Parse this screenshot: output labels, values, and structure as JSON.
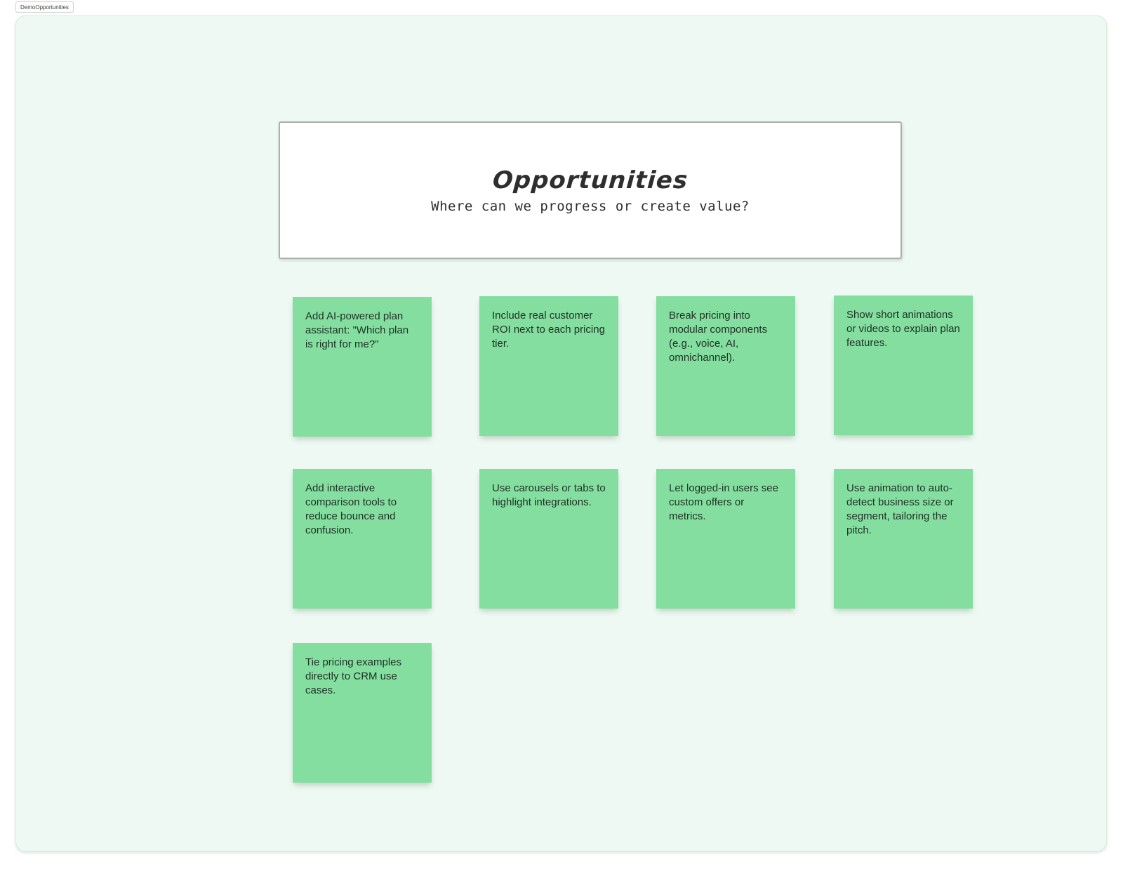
{
  "window": {
    "tab_label": "DemoOpportunities"
  },
  "header": {
    "title": "Opportunities",
    "subtitle": "Where can we progress or create value?"
  },
  "notes": [
    {
      "text": "Add AI-powered plan assistant: \"Which plan is right for me?\""
    },
    {
      "text": "Include real customer ROI next to each pricing tier."
    },
    {
      "text": "Break pricing into modular components (e.g., voice, AI, omnichannel)."
    },
    {
      "text": "Show short animations or videos to explain plan features."
    },
    {
      "text": "Add interactive comparison tools to reduce bounce and confusion."
    },
    {
      "text": "Use carousels or tabs to highlight integrations."
    },
    {
      "text": "Let logged-in users see custom offers or metrics."
    },
    {
      "text": "Use animation to auto-detect business size or segment, tailoring the pitch."
    },
    {
      "text": "Tie pricing examples directly to CRM use cases."
    }
  ],
  "colors": {
    "sticky_green": "#83de9f",
    "board_background": "#edf9f2",
    "board_border": "#d9eedf",
    "title_box_border": "#a9b0ad",
    "note_text": "#203227"
  }
}
